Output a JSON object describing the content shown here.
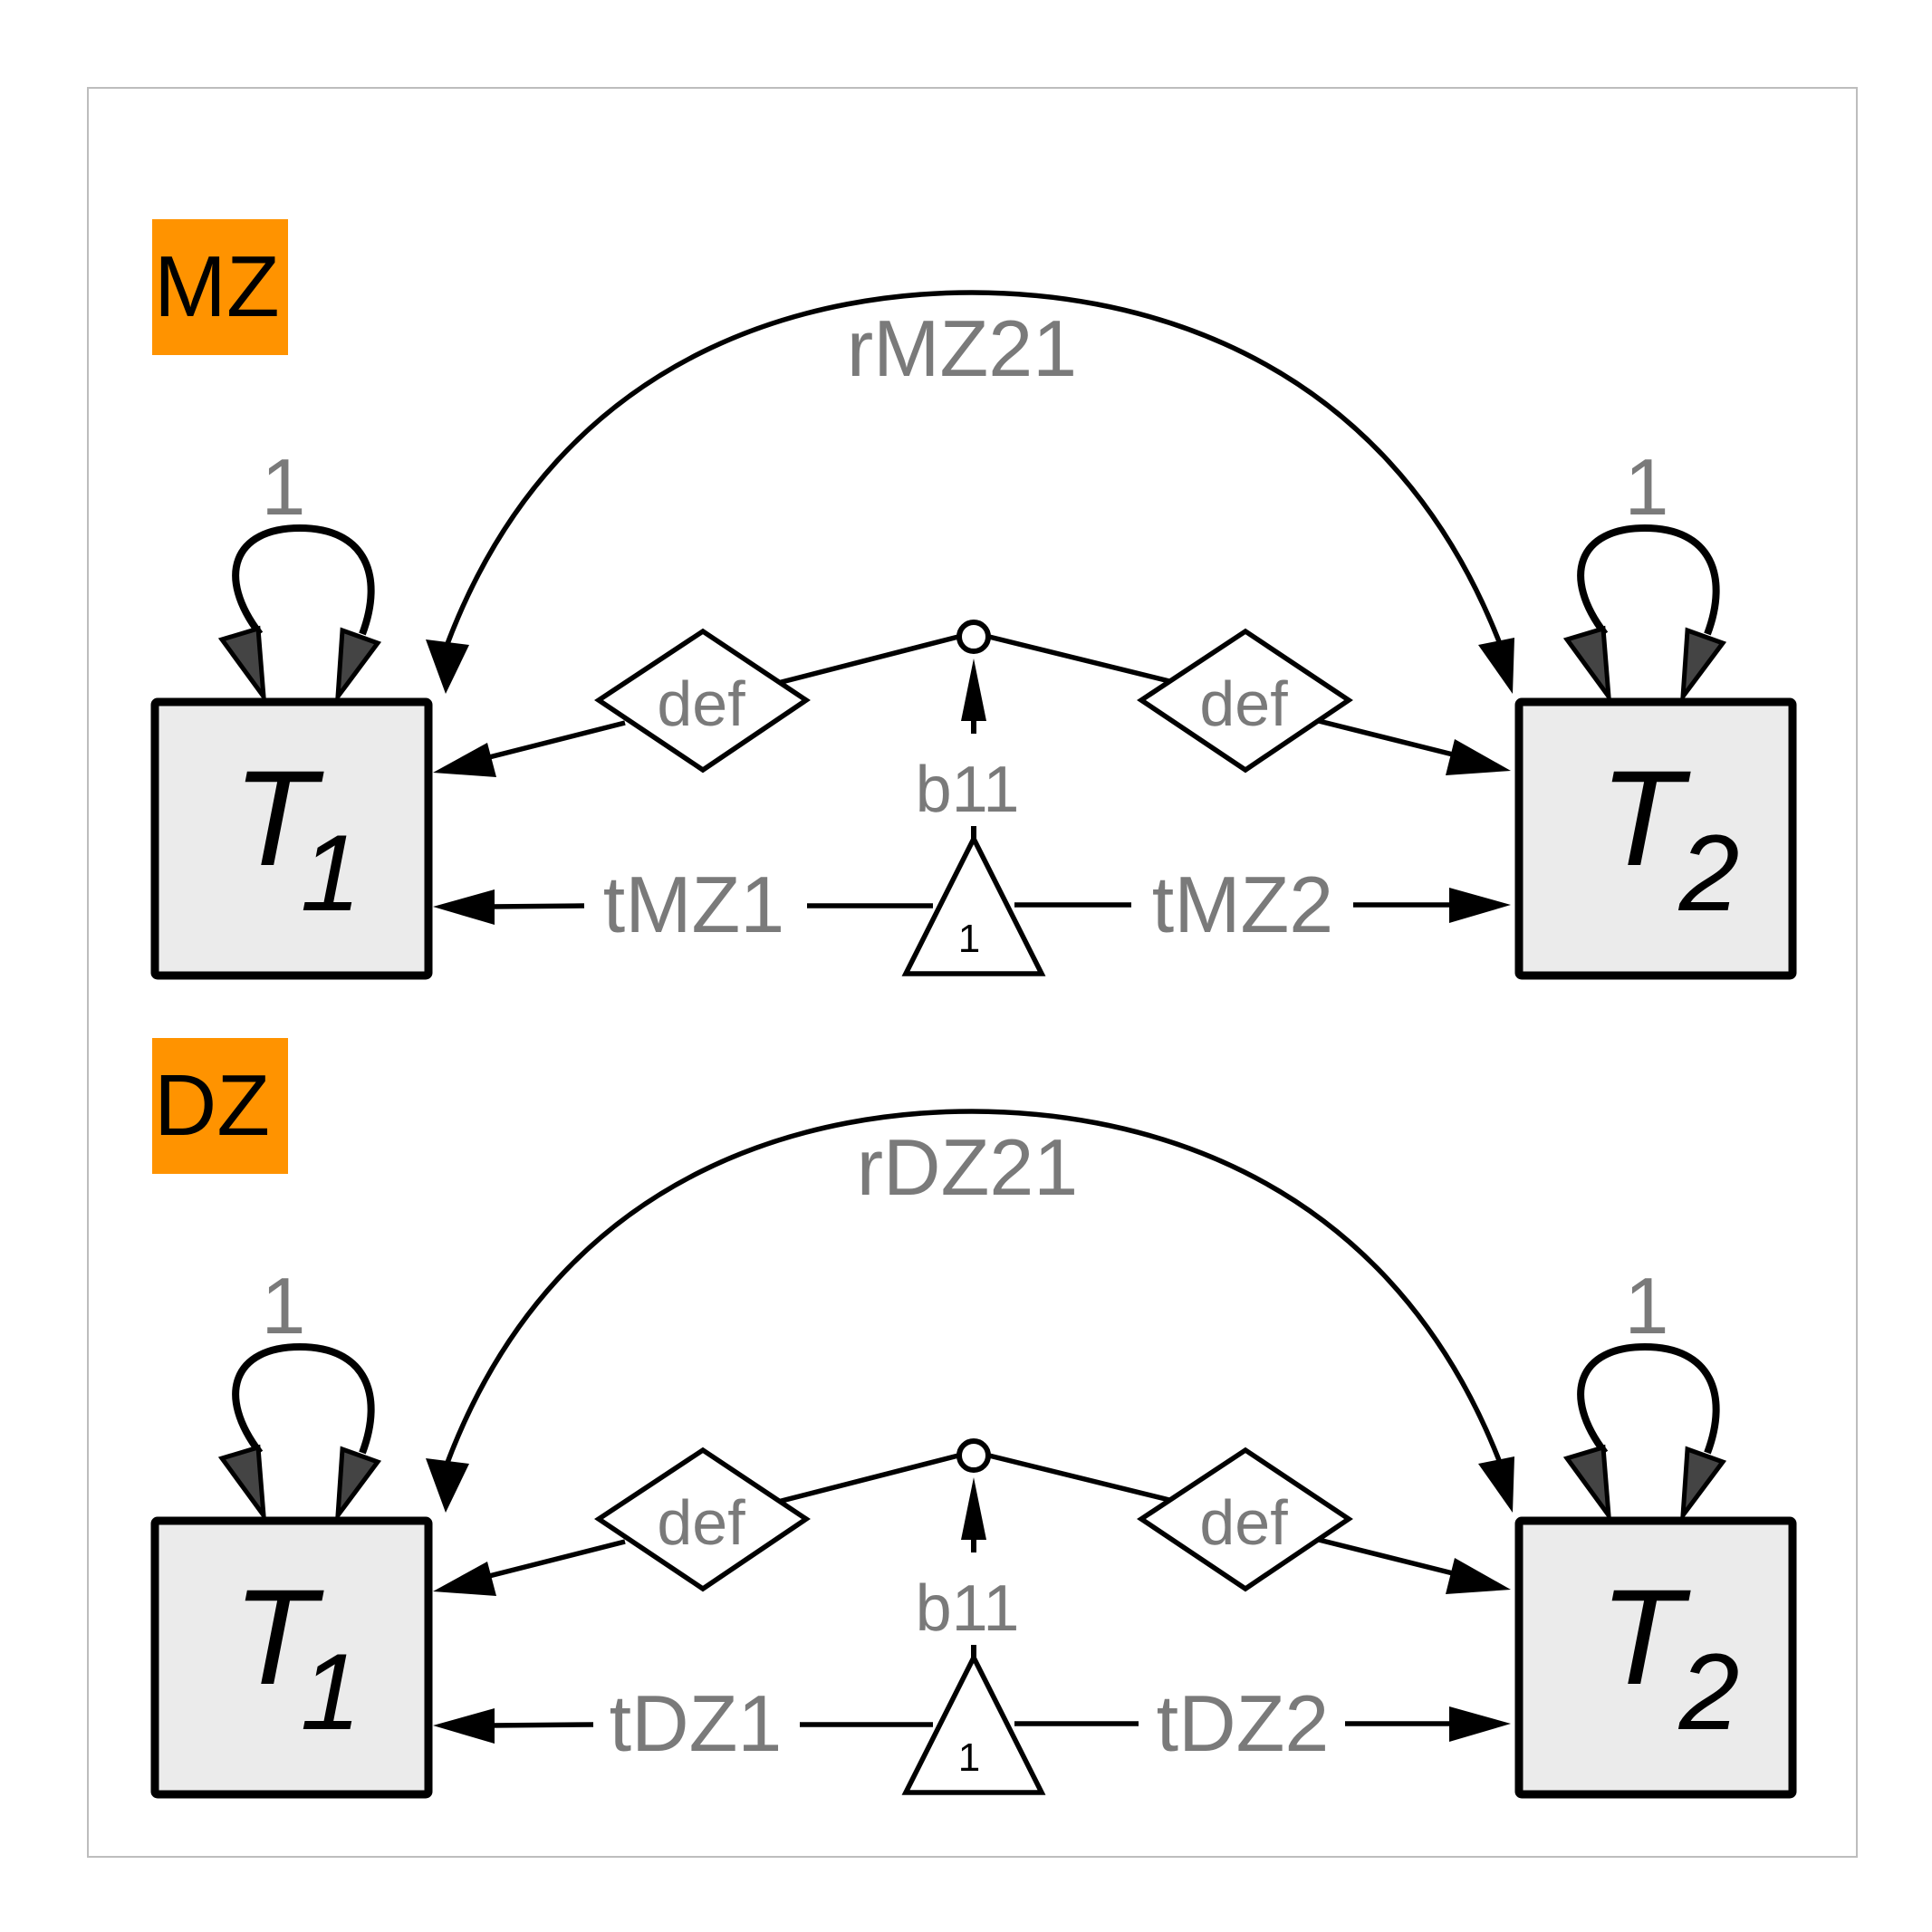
{
  "groups": [
    {
      "tag": "MZ",
      "covariance_label": "rMZ21",
      "var1_label": "1",
      "var2_label": "1",
      "node1": {
        "main": "T",
        "sub": "1"
      },
      "node2": {
        "main": "T",
        "sub": "2"
      },
      "def1_label": "def",
      "def2_label": "def",
      "beta_label": "b11",
      "mean_label": "1",
      "path1_label": "tMZ1",
      "path2_label": "tMZ2"
    },
    {
      "tag": "DZ",
      "covariance_label": "rDZ21",
      "var1_label": "1",
      "var2_label": "1",
      "node1": {
        "main": "T",
        "sub": "1"
      },
      "node2": {
        "main": "T",
        "sub": "2"
      },
      "def1_label": "def",
      "def2_label": "def",
      "beta_label": "b11",
      "mean_label": "1",
      "path1_label": "tDZ1",
      "path2_label": "tDZ2"
    }
  ],
  "colors": {
    "tag_bg": "#ff9300",
    "label": "#7a7a7a",
    "node_fill": "#ebebeb",
    "line": "#000000",
    "loop_head": "#444444",
    "frame": "#bdbdbd"
  }
}
